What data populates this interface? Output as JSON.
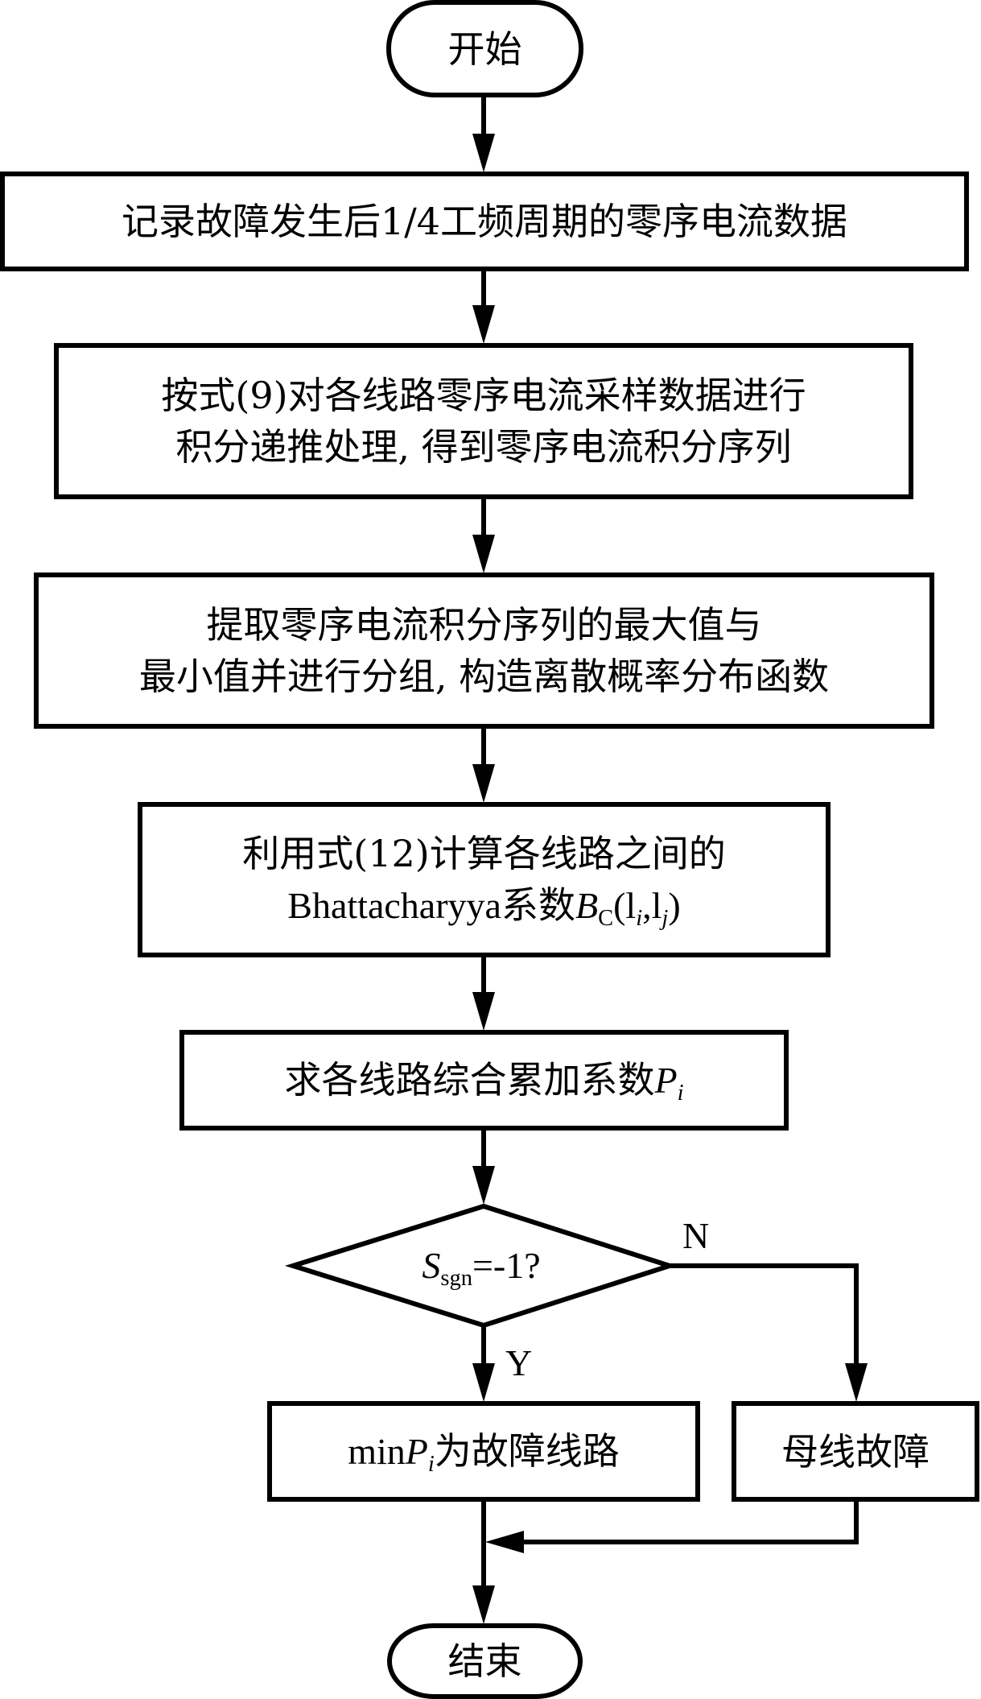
{
  "diagram": {
    "type": "flowchart",
    "nodes": {
      "start": {
        "kind": "terminal",
        "label": "开始"
      },
      "record": {
        "kind": "process",
        "label": "记录故障发生后1/4工频周期的零序电流数据"
      },
      "integrate": {
        "kind": "process",
        "line1": "按式(9)对各线路零序电流采样数据进行",
        "line2": "积分递推处理, 得到零序电流积分序列"
      },
      "distribution": {
        "kind": "process",
        "line1": "提取零序电流积分序列的最大值与",
        "line2": "最小值并进行分组, 构造离散概率分布函数"
      },
      "bhattacharyya": {
        "kind": "process",
        "line1": "利用式(12)计算各线路之间的",
        "line2_prefix": "Bhattacharyya系数",
        "line2_var": "B",
        "line2_var_sub": "C",
        "line2_args_open": "(l",
        "line2_arg1_sub": "i",
        "line2_comma": ",l",
        "line2_arg2_sub": "j",
        "line2_close": ")"
      },
      "accumulate": {
        "kind": "process",
        "prefix": "求各线路综合累加系数",
        "var": "P",
        "var_sub": "i"
      },
      "decision": {
        "kind": "decision",
        "var": "S",
        "var_sub": "sgn",
        "condition": "=-1?"
      },
      "fault_line": {
        "kind": "process",
        "prefix": "min",
        "var": "P",
        "var_sub": "i",
        "suffix": "为故障线路"
      },
      "bus_fault": {
        "kind": "process",
        "label": "母线故障"
      },
      "end": {
        "kind": "terminal",
        "label": "结束"
      }
    },
    "edges": [
      {
        "from": "start",
        "to": "record"
      },
      {
        "from": "record",
        "to": "integrate"
      },
      {
        "from": "integrate",
        "to": "distribution"
      },
      {
        "from": "distribution",
        "to": "bhattacharyya"
      },
      {
        "from": "bhattacharyya",
        "to": "accumulate"
      },
      {
        "from": "accumulate",
        "to": "decision"
      },
      {
        "from": "decision",
        "to": "fault_line",
        "label": "Y"
      },
      {
        "from": "decision",
        "to": "bus_fault",
        "label": "N"
      },
      {
        "from": "fault_line",
        "to": "end"
      },
      {
        "from": "bus_fault",
        "to": "end"
      }
    ],
    "labels": {
      "yes": "Y",
      "no": "N"
    }
  }
}
